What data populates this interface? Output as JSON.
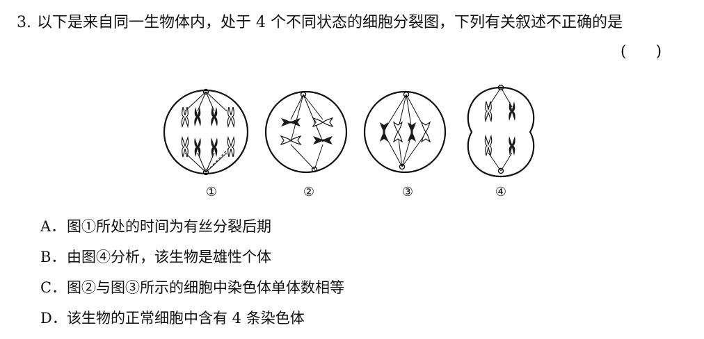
{
  "question": {
    "number": "3.",
    "text": "以下是来自同一生物体内，处于 4 个不同状态的细胞分裂图，下列有关叙述不正确的是",
    "answer_bracket": "(      )"
  },
  "figure": {
    "labels": [
      "①",
      "②",
      "③",
      "④"
    ]
  },
  "options": [
    {
      "letter": "A．",
      "text": "图①所处的时间为有丝分裂后期"
    },
    {
      "letter": "B．",
      "text": "由图④分析，该生物是雄性个体"
    },
    {
      "letter": "C．",
      "text": "图②与图③所示的细胞中染色体单体数相等"
    },
    {
      "letter": "D．",
      "text": "该生物的正常细胞中含有 4 条染色体"
    }
  ]
}
